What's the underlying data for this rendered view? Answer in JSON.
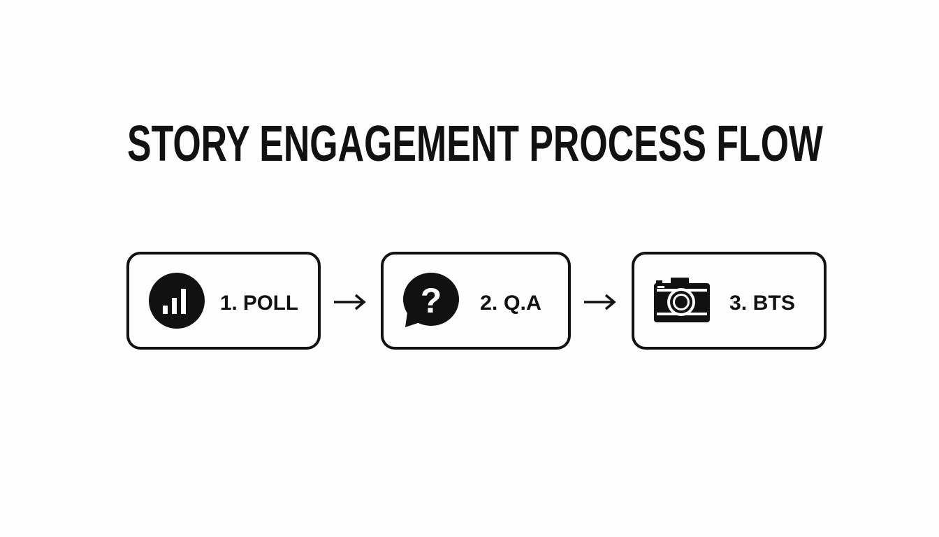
{
  "title": "STORY ENGAGEMENT PROCESS FLOW",
  "steps": [
    {
      "label": "1. POLL",
      "icon": "bar-chart-icon"
    },
    {
      "label": "2. Q.A",
      "icon": "question-bubble-icon"
    },
    {
      "label": "3. BTS",
      "icon": "camera-icon"
    }
  ],
  "colors": {
    "stroke": "#111111",
    "background": "#fefefe"
  }
}
